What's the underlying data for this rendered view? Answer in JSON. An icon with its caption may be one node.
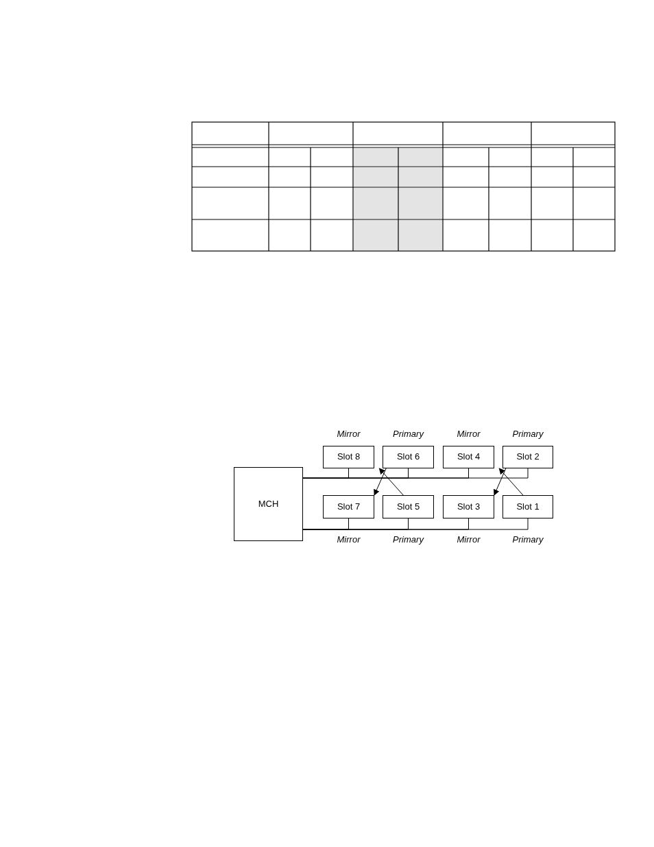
{
  "diagram": {
    "nodes": [
      {
        "text": [
          "MCH"
        ]
      },
      {
        "text": [
          "Slot 8"
        ],
        "beside": [
          "Mirror"
        ]
      },
      {
        "text": [
          "Slot 6"
        ],
        "beside": [
          "Primary"
        ]
      },
      {
        "text": [
          "Slot 4"
        ],
        "beside": [
          "Mirror"
        ]
      },
      {
        "text": [
          "Slot 2"
        ],
        "beside": [
          "Primary"
        ]
      },
      {
        "text": [
          "Slot 7"
        ],
        "beside": [
          "Mirror"
        ]
      },
      {
        "text": [
          "Slot 5"
        ],
        "beside": [
          "Primary"
        ]
      },
      {
        "text": [
          "Slot 3"
        ],
        "beside": [
          "Mirror"
        ]
      },
      {
        "text": [
          "Slot 1"
        ],
        "beside": [
          "Primary"
        ]
      }
    ],
    "edges": [
      {
        "from": 0,
        "to": 1,
        "arrow": "none"
      },
      {
        "from": 0,
        "to": 2,
        "arrow": "none"
      },
      {
        "from": 0,
        "to": 3,
        "arrow": "none"
      },
      {
        "from": 0,
        "to": 4,
        "arrow": "none"
      },
      {
        "from": 0,
        "to": 5,
        "arrow": "none"
      },
      {
        "from": 0,
        "to": 6,
        "arrow": "none"
      },
      {
        "from": 0,
        "to": 7,
        "arrow": "none"
      },
      {
        "from": 0,
        "to": 8,
        "arrow": "none"
      },
      {
        "from": 2,
        "to": 5,
        "arrow": "to"
      },
      {
        "from": 6,
        "to": 1,
        "arrow": "to"
      },
      {
        "from": 4,
        "to": 7,
        "arrow": "to"
      },
      {
        "from": 8,
        "to": 3,
        "arrow": "to"
      }
    ]
  }
}
